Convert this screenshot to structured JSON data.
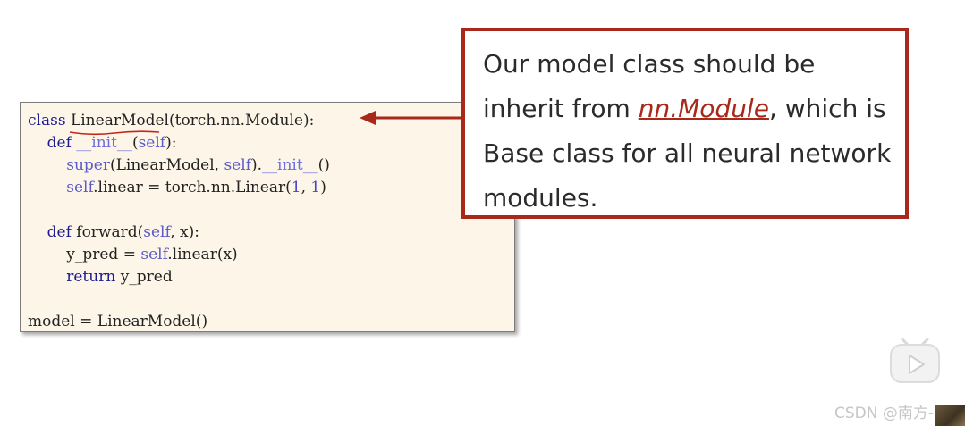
{
  "code": {
    "line1": {
      "kw": "class",
      "name": "LinearModel",
      "rest": "(torch.nn.Module):"
    },
    "line2": {
      "kw": "def",
      "fn": "__init__",
      "open": "(",
      "self": "self",
      "close": "):"
    },
    "line3": {
      "super": "super",
      "args_a": "(LinearModel, ",
      "self": "self",
      "dot": ").",
      "init": "__init__",
      "tail": "()"
    },
    "line4": {
      "self": "self",
      "rest": ".linear = torch.nn.Linear(",
      "n1": "1",
      "comma": ", ",
      "n2": "1",
      "tail": ")"
    },
    "line6": {
      "kw": "def",
      "rest": "forward(",
      "self": "self",
      "tail": ", x):"
    },
    "line7": {
      "lhs": "y_pred = ",
      "self": "self",
      "rest": ".linear(x)"
    },
    "line8": {
      "kw": "return",
      "rest": "y_pred"
    },
    "line10": {
      "text": "model = LinearModel()"
    }
  },
  "note": {
    "part1": "Our model class should be inherit from ",
    "link": "nn.Module",
    "part2": ", which is Base class for all neural network modules."
  },
  "watermark": "CSDN @南方-D",
  "colors": {
    "accent_red": "#a8281a",
    "code_bg": "#fdf6e8",
    "keyword": "#1c1c8f"
  },
  "icons": {
    "play": "play-icon"
  }
}
